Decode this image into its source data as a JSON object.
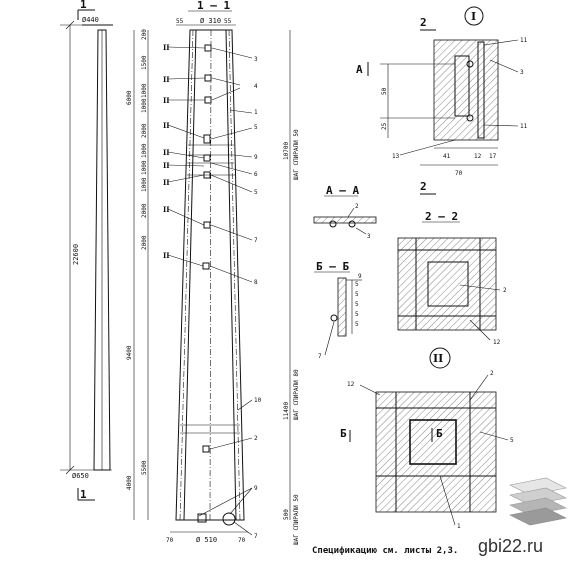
{
  "watermark": "gbi22.ru",
  "col1": {
    "top_dia": "Ø440",
    "bottom_dia": "Ø650",
    "length": "22600",
    "section_mark": "1"
  },
  "col2": {
    "title": "1 – 1",
    "top_dia": "Ø 310",
    "top_offsets": [
      "55",
      "55"
    ],
    "bottom_dia": "Ø 510",
    "bottom_offsets": [
      "70",
      "70"
    ],
    "dims_left": [
      "200",
      "1500",
      "1000",
      "1000",
      "2000",
      "1000",
      "1000",
      "1000",
      "2000",
      "2000",
      "5500"
    ],
    "dims_outer": [
      "6000",
      "9400",
      "4000"
    ],
    "dims_right": [
      "10700",
      "11400",
      "500"
    ],
    "spiral_labels": [
      "ШАГ СПИРАЛИ 50",
      "ШАГ СПИРАЛИ 80",
      "ШАГ СПИРАЛИ 50"
    ],
    "callouts": [
      "3",
      "4",
      "1",
      "5",
      "9",
      "6",
      "5",
      "7",
      "8",
      "10",
      "2",
      "9",
      "7"
    ],
    "node_marks": [
      "II",
      "II",
      "II",
      "II",
      "II",
      "II",
      "II",
      "II",
      "II",
      "II"
    ]
  },
  "node1": {
    "roman": "I",
    "section_ref": "2",
    "aa_mark": "А",
    "dims_v": [
      "50",
      "25"
    ],
    "dims_h": [
      "41",
      "12",
      "17",
      "70"
    ],
    "callouts": [
      "11",
      "3",
      "11",
      "13"
    ]
  },
  "sec_aa": {
    "title": "А – А",
    "callouts": [
      "2",
      "3"
    ]
  },
  "sec_22": {
    "title": "2 – 2",
    "callouts": [
      "2",
      "12"
    ]
  },
  "sec_66": {
    "title": "Б – Б",
    "callouts": [
      "9",
      "7"
    ],
    "pitch": [
      "5",
      "5",
      "5",
      "5",
      "5"
    ]
  },
  "node2": {
    "roman": "II",
    "callouts": [
      "12",
      "2",
      "5",
      "1"
    ],
    "cut_marks": [
      "Б",
      "Б"
    ]
  },
  "footer": "Спецификацию  см.  листы  2,3."
}
